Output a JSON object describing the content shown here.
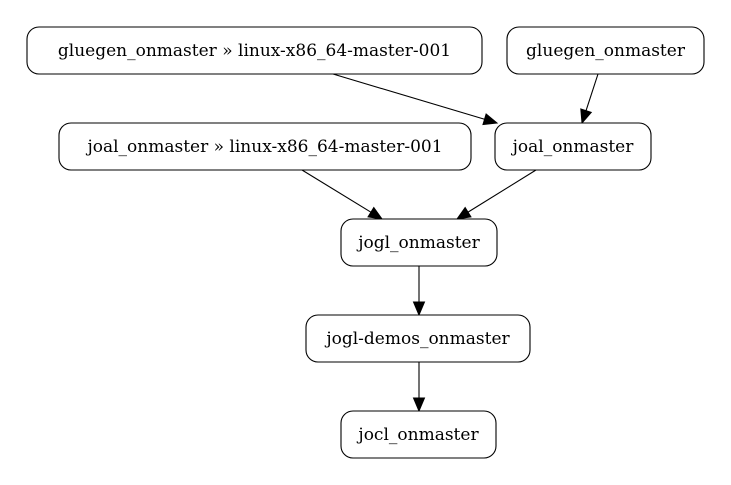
{
  "graph": {
    "nodes": [
      {
        "id": "n_gluegen_linux",
        "label": "gluegen_onmaster » linux-x86_64-master-001"
      },
      {
        "id": "n_gluegen",
        "label": "gluegen_onmaster"
      },
      {
        "id": "n_joal_linux",
        "label": "joal_onmaster » linux-x86_64-master-001"
      },
      {
        "id": "n_joal",
        "label": "joal_onmaster"
      },
      {
        "id": "n_jogl",
        "label": "jogl_onmaster"
      },
      {
        "id": "n_jogl_demos",
        "label": "jogl-demos_onmaster"
      },
      {
        "id": "n_jocl",
        "label": "jocl_onmaster"
      }
    ],
    "edges": [
      {
        "from": "n_gluegen_linux",
        "to": "n_joal"
      },
      {
        "from": "n_gluegen",
        "to": "n_joal"
      },
      {
        "from": "n_joal_linux",
        "to": "n_jogl"
      },
      {
        "from": "n_joal",
        "to": "n_jogl"
      },
      {
        "from": "n_jogl",
        "to": "n_jogl_demos"
      },
      {
        "from": "n_jogl_demos",
        "to": "n_jocl"
      }
    ]
  }
}
